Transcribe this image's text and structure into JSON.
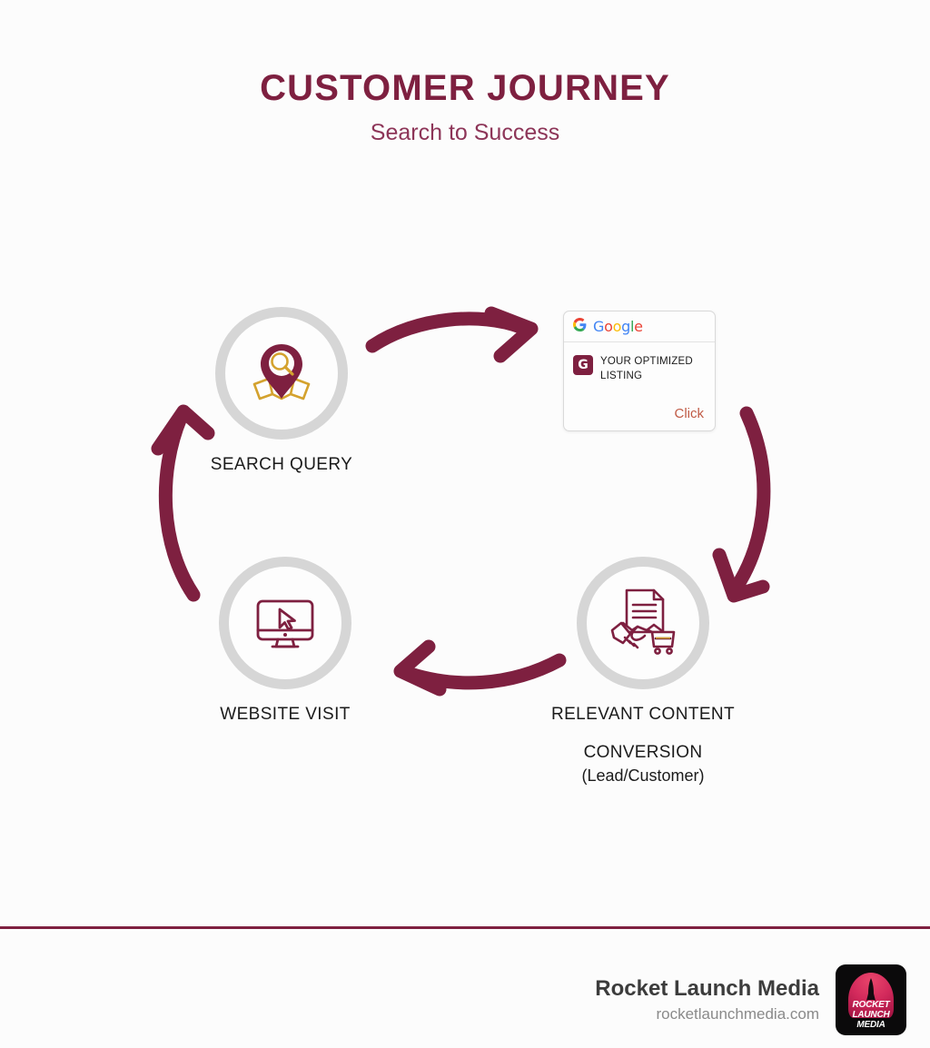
{
  "header": {
    "title": "CUSTOMER JOURNEY",
    "subtitle": "Search to Success"
  },
  "colors": {
    "brand_maroon": "#7e2040",
    "subtitle_maroon": "#8d3558",
    "ring_gray": "#d6d6d6",
    "icon_gold": "#d4a22e",
    "click_red": "#c05a45",
    "background": "#fcfcfc",
    "logo_pink": "#d32a5c"
  },
  "diagram": {
    "type": "cycle",
    "nodes": [
      {
        "id": "search-query",
        "label": "SEARCH QUERY",
        "icon": "map-pin-search-icon"
      },
      {
        "id": "optimized-listing",
        "label": "",
        "icon": "google-listing-card"
      },
      {
        "id": "relevant-content",
        "label": "RELEVANT CONTENT",
        "sublabel": "CONVERSION",
        "parenthetical": "(Lead/Customer)",
        "icon": "document-handshake-cart-icon"
      },
      {
        "id": "website-visit",
        "label": "WEBSITE VISIT",
        "icon": "monitor-cursor-icon"
      }
    ],
    "arrows": [
      {
        "id": "arrow-search-to-listing",
        "direction": "right"
      },
      {
        "id": "arrow-listing-to-content",
        "direction": "down"
      },
      {
        "id": "arrow-content-to-website",
        "direction": "left"
      },
      {
        "id": "arrow-website-to-search",
        "direction": "up"
      }
    ]
  },
  "google_card": {
    "wordmark": {
      "g1": "G",
      "o1": "o",
      "o2": "o",
      "g2": "g",
      "l": "l",
      "e": "e"
    },
    "badge_letter": "G",
    "listing_line1": "YOUR OPTIMIZED",
    "listing_line2": "LISTING",
    "click_label": "Click"
  },
  "footer": {
    "brand_name": "Rocket Launch Media",
    "brand_url": "rocketlaunchmedia.com",
    "logo_line1": "ROCKET",
    "logo_line2": "LAUNCH",
    "logo_line3": "MEDIA"
  }
}
